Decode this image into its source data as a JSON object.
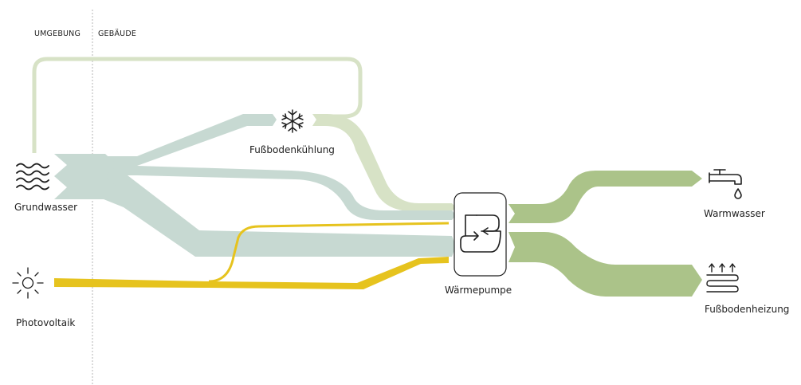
{
  "headers": {
    "left": "UMGEBUNG",
    "right": "GEBÄUDE"
  },
  "nodes": {
    "grundwasser": "Grundwasser",
    "photovoltaik": "Photovoltaik",
    "fussbodenkuehlung": "Fußbodenkühlung",
    "waermepumpe": "Wärmepumpe",
    "warmwasser": "Warmwasser",
    "fussbodenheizung": "Fußbodenheizung"
  },
  "icons": {
    "grundwasser": "water-waves-icon",
    "photovoltaik": "sun-icon",
    "fussbodenkuehlung": "snowflake-icon",
    "waermepumpe": "heat-pump-icon",
    "warmwasser": "water-tap-icon",
    "fussbodenheizung": "floor-heating-icon"
  },
  "colors": {
    "groundwater_flow": "#c7d9d2",
    "return_flow": "#d7e2c6",
    "solar_flow": "#e6c31e",
    "heat_output": "#abc389",
    "icon_stroke": "#1e1e1e",
    "boundary_line": "#b4b4b4"
  }
}
